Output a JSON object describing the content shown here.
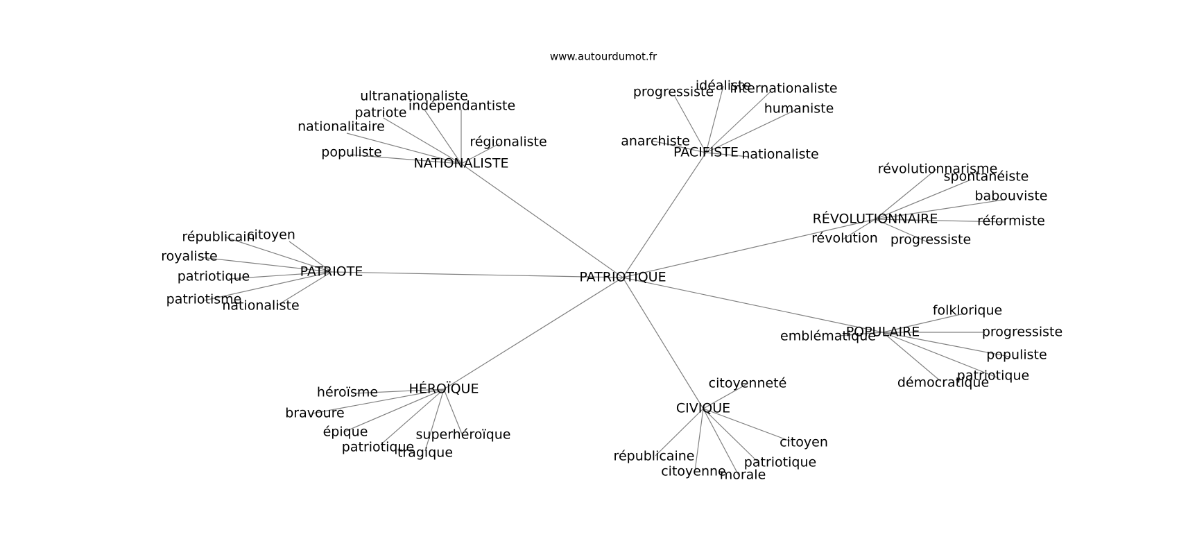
{
  "source": "www.autourdumot.fr",
  "graph": {
    "center": "PATRIOTIQUE",
    "hubs": [
      {
        "label": "NATIONALISTE",
        "children": [
          "ultranationaliste",
          "indépendantiste",
          "patriote",
          "nationalitaire",
          "populiste",
          "régionaliste"
        ]
      },
      {
        "label": "PACIFISTE",
        "children": [
          "progressiste",
          "idéaliste",
          "internationaliste",
          "humaniste",
          "anarchiste",
          "nationaliste"
        ]
      },
      {
        "label": "RÉVOLUTIONNAIRE",
        "children": [
          "révolutionnarisme",
          "spontanéiste",
          "babouviste",
          "réformiste",
          "révolution",
          "progressiste"
        ]
      },
      {
        "label": "PATRIOTE",
        "children": [
          "républicain",
          "citoyen",
          "royaliste",
          "patriotique",
          "patriotisme",
          "nationaliste"
        ]
      },
      {
        "label": "POPULAIRE",
        "children": [
          "folklorique",
          "emblématique",
          "progressiste",
          "populiste",
          "patriotique",
          "démocratique"
        ]
      },
      {
        "label": "HÉROÏQUE",
        "children": [
          "héroïsme",
          "bravoure",
          "épique",
          "superhéroïque",
          "patriotique",
          "tragique"
        ]
      },
      {
        "label": "CIVIQUE",
        "children": [
          "citoyenneté",
          "citoyen",
          "républicaine",
          "patriotique",
          "citoyenne",
          "morale"
        ]
      }
    ]
  }
}
